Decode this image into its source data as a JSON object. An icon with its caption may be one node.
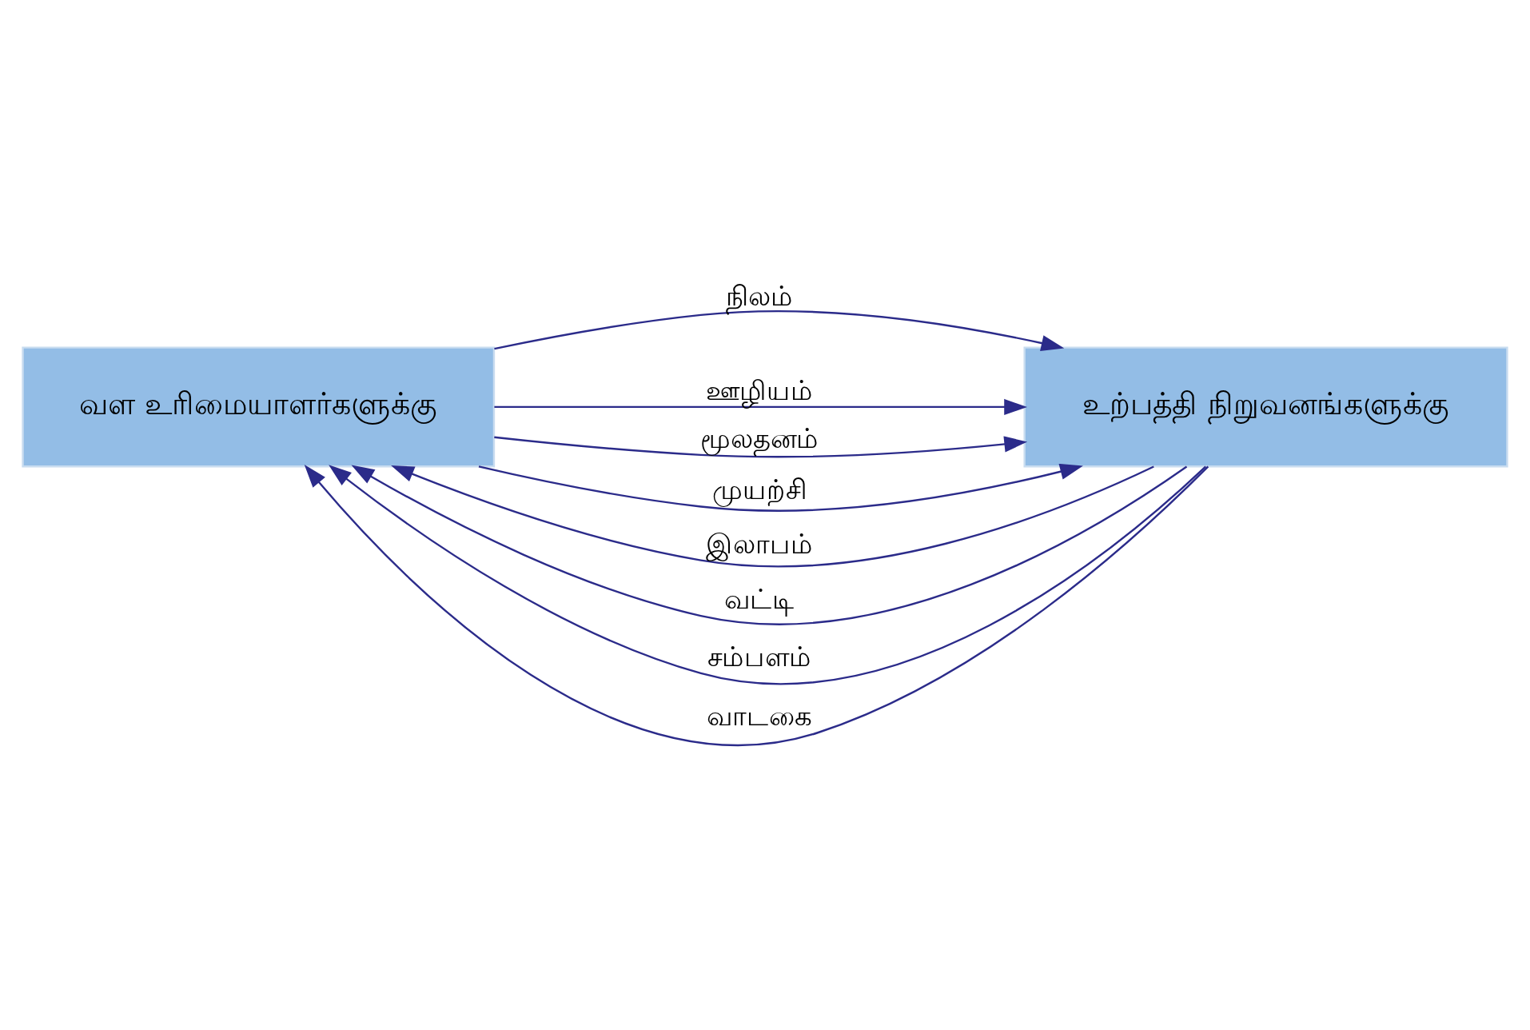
{
  "diagram": {
    "nodes": [
      {
        "text": [
          "வள உரிமையாளர்களுக்கு"
        ]
      },
      {
        "text": [
          "உற்பத்தி நிறுவனங்களுக்கு"
        ]
      }
    ],
    "edges": [
      {
        "from": 0,
        "to": 1,
        "arrow": "to",
        "label": "நிலம்"
      },
      {
        "from": 0,
        "to": 1,
        "arrow": "to",
        "label": "ஊழியம்"
      },
      {
        "from": 0,
        "to": 1,
        "arrow": "to",
        "label": "மூலதனம்"
      },
      {
        "from": 0,
        "to": 1,
        "arrow": "to",
        "label": "முயற்சி"
      },
      {
        "from": 1,
        "to": 0,
        "arrow": "to",
        "label": "இலாபம்"
      },
      {
        "from": 1,
        "to": 0,
        "arrow": "to",
        "label": "வட்டி"
      },
      {
        "from": 1,
        "to": 0,
        "arrow": "to",
        "label": "சம்பளம்"
      },
      {
        "from": 1,
        "to": 0,
        "arrow": "to",
        "label": "வாடகை"
      }
    ]
  }
}
